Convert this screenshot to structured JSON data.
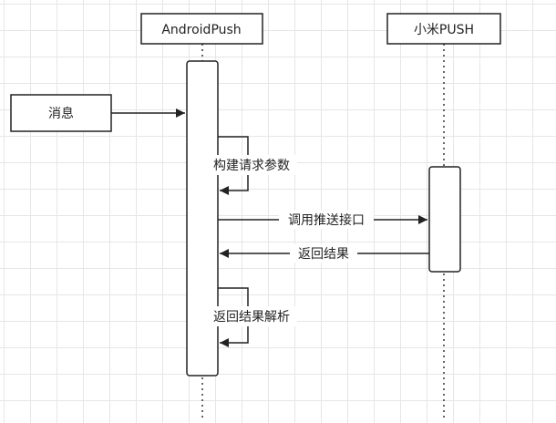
{
  "participants": {
    "android_push": "AndroidPush",
    "xiaomi_push": "小米PUSH"
  },
  "input_box": {
    "label": "消息"
  },
  "messages": {
    "build_params": "构建请求参数",
    "call_push_api": "调用推送接口",
    "return_result": "返回结果",
    "parse_result": "返回结果解析"
  }
}
